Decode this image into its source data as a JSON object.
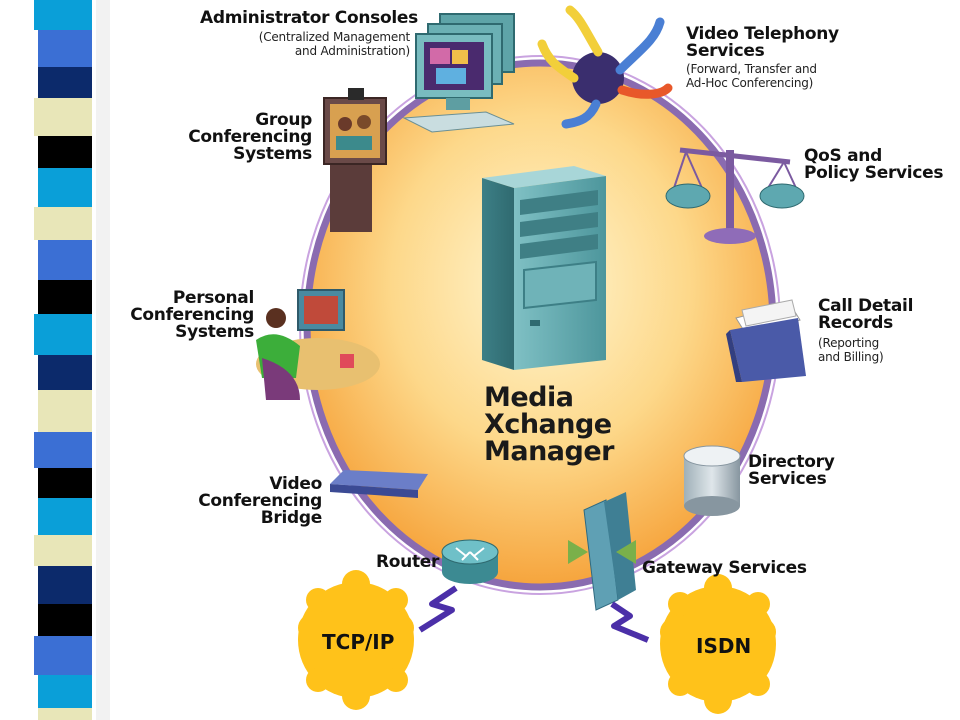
{
  "colors": {
    "stripe_palette": [
      "#0a9fd8",
      "#3b6fd4",
      "#0c2a6b",
      "#e8e6b8",
      "#000000",
      "#5d8aa8",
      "#4ea3d8"
    ],
    "ellipse_fill_center": "#fff3c4",
    "ellipse_fill_edge": "#f7b24a",
    "ellipse_ring": "#8a6bb0",
    "server": "#5fa8ad",
    "cloud": "#ffc21a",
    "link_purple": "#4b2fa8"
  },
  "center": {
    "title_lines": [
      "Media",
      "Xchange",
      "Manager"
    ]
  },
  "nodes": {
    "admin": {
      "title": "Administrator Consoles",
      "sub_lines": [
        "(Centralized Management",
        "and Administration)"
      ]
    },
    "video_telephony": {
      "title_lines": [
        "Video Telephony",
        "Services"
      ],
      "sub_lines": [
        "(Forward, Transfer and",
        "Ad-Hoc Conferencing)"
      ]
    },
    "group": {
      "title_lines": [
        "Group",
        "Conferencing",
        "Systems"
      ]
    },
    "qos": {
      "title_lines": [
        "QoS and",
        "Policy Services"
      ]
    },
    "personal": {
      "title_lines": [
        "Personal",
        "Conferencing",
        "Systems"
      ]
    },
    "cdr": {
      "title_lines": [
        "Call Detail",
        "Records"
      ],
      "sub_lines": [
        "(Reporting",
        "and Billing)"
      ]
    },
    "bridge": {
      "title_lines": [
        "Video",
        "Conferencing",
        "Bridge"
      ]
    },
    "directory": {
      "title_lines": [
        "Directory",
        "Services"
      ]
    },
    "router": {
      "title": "Router"
    },
    "gateway": {
      "title": "Gateway Services"
    },
    "tcpip": {
      "title": "TCP/IP"
    },
    "isdn": {
      "title": "ISDN"
    }
  },
  "icons": [
    "decorative-stripe",
    "computer-monitor-icon",
    "globe-arrows-icon",
    "video-conference-cabinet-icon",
    "scale-icon",
    "person-at-desk-icon",
    "folder-documents-icon",
    "bridge-device-icon",
    "database-cylinder-icon",
    "router-icon",
    "gateway-icon",
    "server-tower-icon",
    "network-cloud-icon"
  ]
}
